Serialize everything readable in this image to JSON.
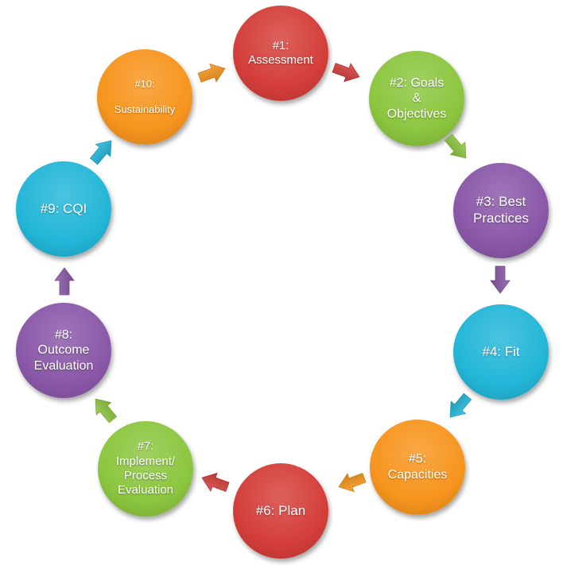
{
  "steps": [
    {
      "label": "#1:\nAssessment",
      "color": "#d43e3a"
    },
    {
      "label": "#2: Goals\n&\nObjectives",
      "color": "#8cc63f"
    },
    {
      "label": "#3: Best\nPractices",
      "color": "#8a58a8"
    },
    {
      "label": "#4: Fit",
      "color": "#23b6d8"
    },
    {
      "label": "#5:\nCapacities",
      "color": "#f7951e"
    },
    {
      "label": "#6: Plan",
      "color": "#d43e3a"
    },
    {
      "label": "#7:\nImplement/\nProcess\nEvaluation",
      "color": "#8cc63f"
    },
    {
      "label": "#8:\nOutcome\nEvaluation",
      "color": "#8a58a8"
    },
    {
      "label": "#9: CQI",
      "color": "#23b6d8"
    },
    {
      "label": "#10:\n\nSustainability",
      "color": "#f7951e"
    }
  ]
}
